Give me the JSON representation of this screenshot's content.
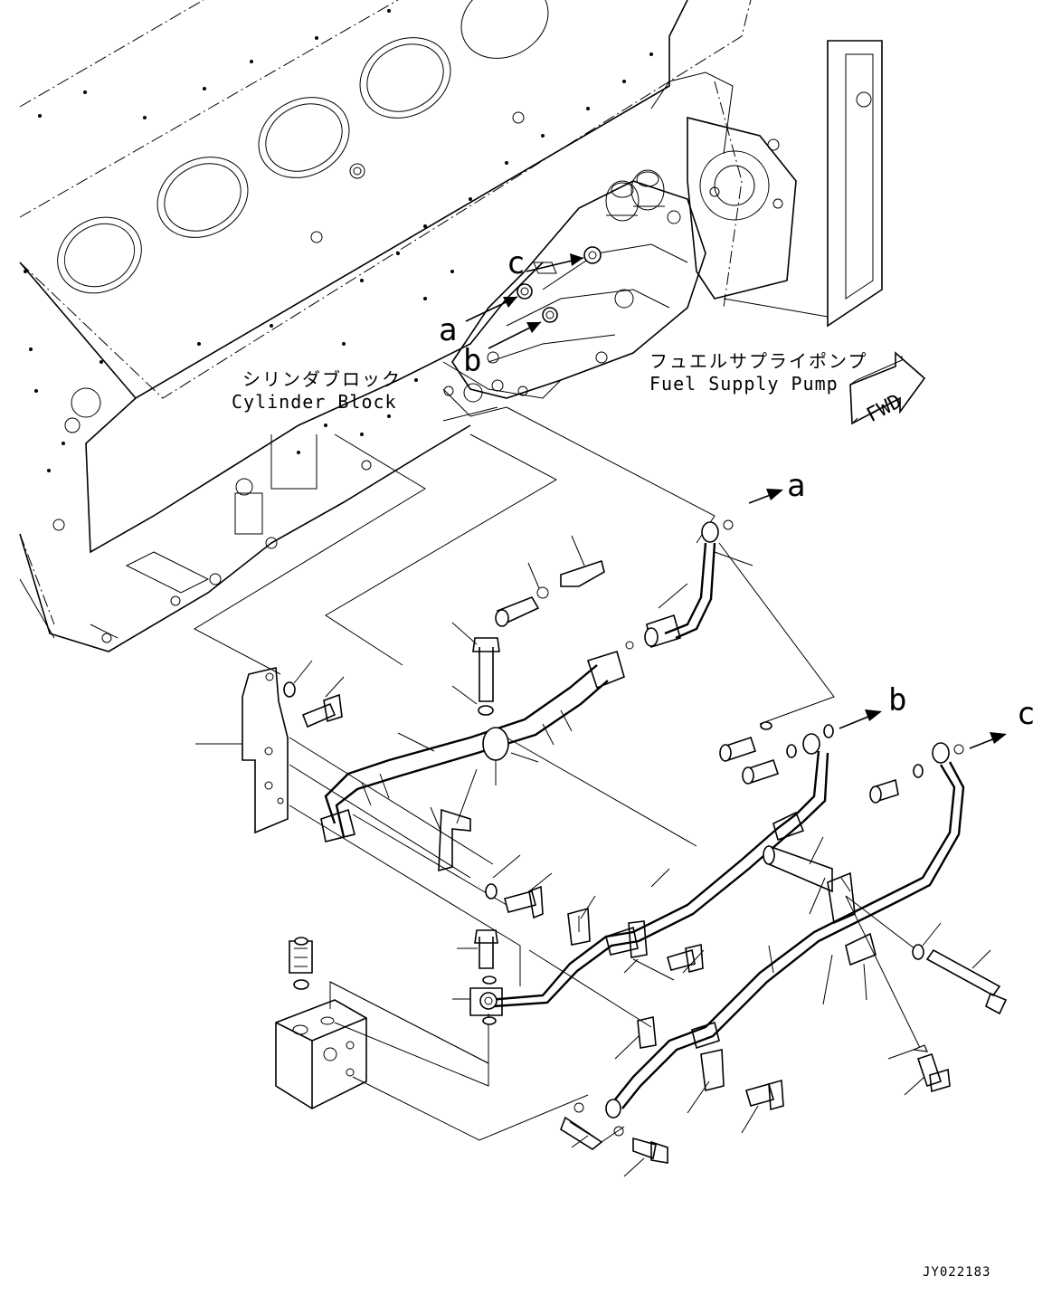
{
  "labels": {
    "cylinder_block_jp": "シリンダブロック",
    "cylinder_block_en": "Cylinder Block",
    "fuel_pump_jp": "フュエルサプライポンプ",
    "fuel_pump_en": "Fuel Supply Pump",
    "fwd": "FWD",
    "drawing_id": "JY022183"
  },
  "connection_refs": {
    "a": "a",
    "b": "b",
    "c": "c"
  }
}
